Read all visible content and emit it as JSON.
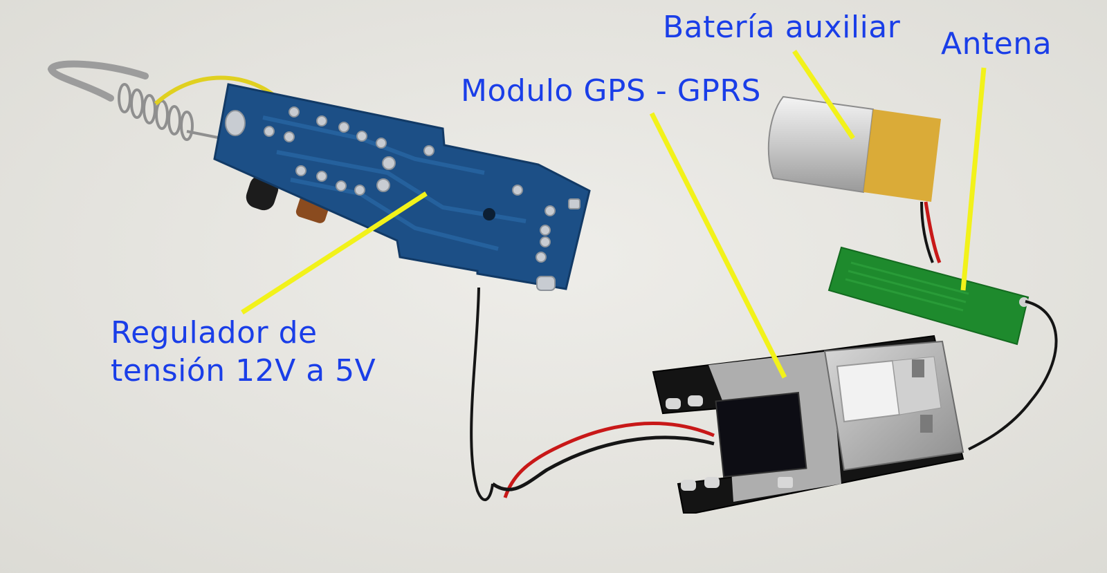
{
  "colors": {
    "label_text": "#1a3ee8",
    "pointer_line": "#f2f21a",
    "background": "#e6e5e0",
    "voltage_regulator_pcb": "#1c4f86",
    "gps_module_pcb": "#141414",
    "battery_wrap": "#d9a629",
    "antenna_pcb": "#1e8a2d"
  },
  "labels": {
    "bateria": "Batería auxiliar",
    "antena": "Antena",
    "modulo": "Modulo GPS - GPRS",
    "regulador_line1": "Regulador de",
    "regulador_line2": "tensión 12V a 5V"
  }
}
